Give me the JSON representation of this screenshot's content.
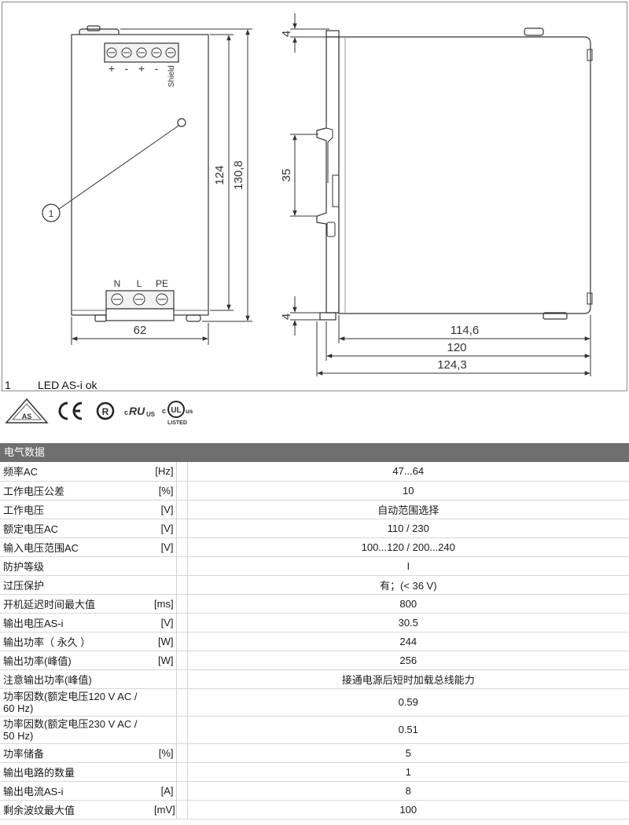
{
  "drawing": {
    "terminal_top_signs": [
      "+",
      "-",
      "+",
      "-"
    ],
    "shield_label": "Shield",
    "terminal_bottom_labels": [
      "N",
      "L",
      "PE"
    ],
    "callout_number": "1",
    "dim_width_front": "62",
    "dim_height_inner": "124",
    "dim_height_outer": "130,8",
    "dim_top_gap": "4",
    "dim_rail": "35",
    "dim_bottom_gap": "4",
    "dim_depth_1": "114,6",
    "dim_depth_2": "120",
    "dim_depth_3": "124,3"
  },
  "legend": {
    "number": "1",
    "text": "LED AS-i ok"
  },
  "certifications": {
    "icons": [
      "as-interface-icon",
      "ce-mark-icon",
      "cul-icon",
      "cru-us-icon",
      "cul-us-listed-icon"
    ]
  },
  "spec": {
    "section_title": "电气数据",
    "rows": [
      {
        "label": "频率AC",
        "unit": "[Hz]",
        "value": "47...64"
      },
      {
        "label": "工作电压公差",
        "unit": "[%]",
        "value": "10"
      },
      {
        "label": "工作电压",
        "unit": "[V]",
        "value": "自动范围选择"
      },
      {
        "label": "额定电压AC",
        "unit": "[V]",
        "value": "110 / 230"
      },
      {
        "label": "输入电压范围AC",
        "unit": "[V]",
        "value": "100...120 / 200...240"
      },
      {
        "label": "防护等级",
        "unit": "",
        "value": "I"
      },
      {
        "label": "过压保护",
        "unit": "",
        "value": "有；(< 36 V)"
      },
      {
        "label": "开机延迟时间最大值",
        "unit": "[ms]",
        "value": "800"
      },
      {
        "label": "输出电压AS-i",
        "unit": "[V]",
        "value": "30.5"
      },
      {
        "label": "输出功率（ 永久 ）",
        "unit": "[W]",
        "value": "244"
      },
      {
        "label": "输出功率(峰值)",
        "unit": "[W]",
        "value": "256"
      },
      {
        "label": "注意输出功率(峰值)",
        "unit": "",
        "value": "接通电源后短时加载总线能力"
      },
      {
        "label": "功率因数(额定电压120 V AC / 60 Hz)",
        "unit": "",
        "value": "0.59",
        "tall": true
      },
      {
        "label": "功率因数(额定电压230 V AC / 50 Hz)",
        "unit": "",
        "value": "0.51",
        "tall": true
      },
      {
        "label": "功率储备",
        "unit": "[%]",
        "value": "5"
      },
      {
        "label": "输出电路的数量",
        "unit": "",
        "value": "1"
      },
      {
        "label": "输出电流AS-i",
        "unit": "[A]",
        "value": "8"
      },
      {
        "label": "剩余波纹最大值",
        "unit": "[mV]",
        "value": "100"
      }
    ]
  }
}
